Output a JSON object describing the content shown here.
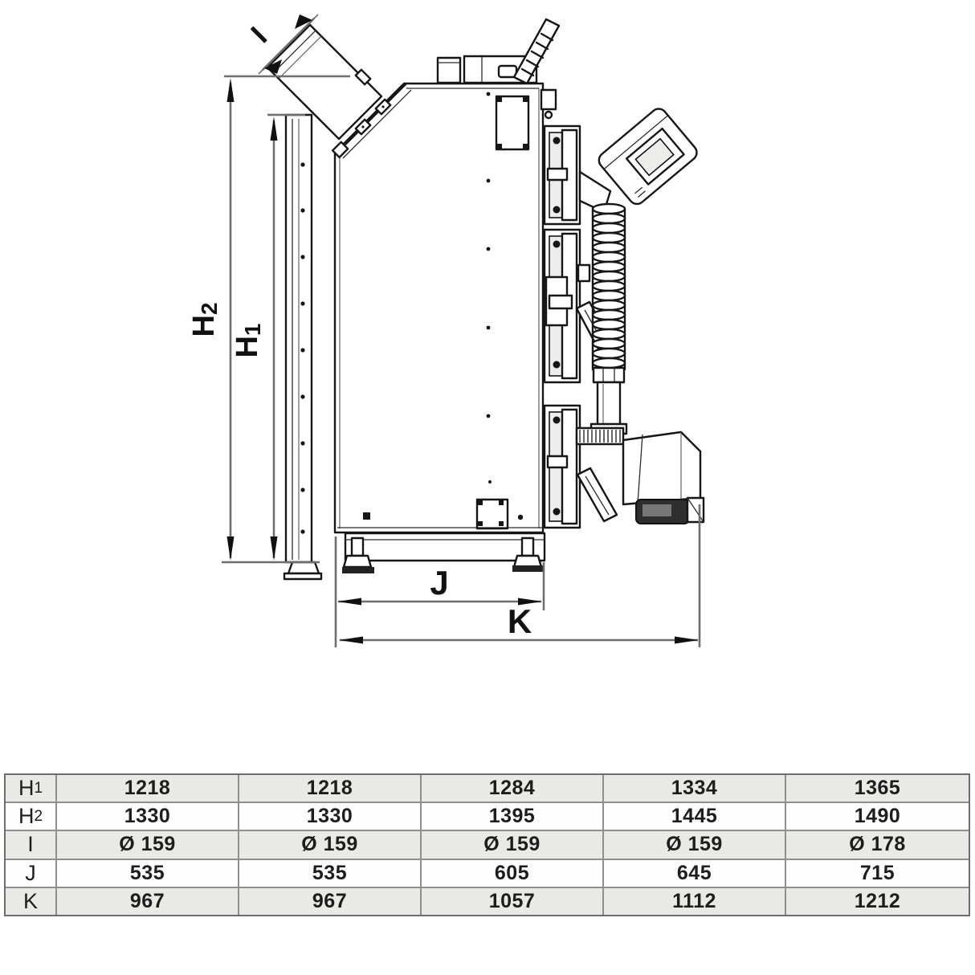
{
  "drawing": {
    "title": "boiler-side-view-dimensional-drawing",
    "labels": {
      "h2": {
        "main": "H",
        "sub": "2"
      },
      "h1": {
        "main": "H",
        "sub": "1"
      },
      "i": "I",
      "j": "J",
      "k": "K"
    },
    "colors": {
      "line": "#161616",
      "dimension": "#6e6e6e",
      "label": "#111111"
    }
  },
  "table": {
    "rows": [
      {
        "label_main": "H",
        "label_sub": "1",
        "values": [
          "1218",
          "1218",
          "1284",
          "1334",
          "1365"
        ]
      },
      {
        "label_main": "H",
        "label_sub": "2",
        "values": [
          "1330",
          "1330",
          "1395",
          "1445",
          "1490"
        ]
      },
      {
        "label_main": "I",
        "label_sub": "",
        "values": [
          "Ø 159",
          "Ø 159",
          "Ø 159",
          "Ø 159",
          "Ø 178"
        ]
      },
      {
        "label_main": "J",
        "label_sub": "",
        "values": [
          "535",
          "535",
          "605",
          "645",
          "715"
        ]
      },
      {
        "label_main": "K",
        "label_sub": "",
        "values": [
          "967",
          "967",
          "1057",
          "1112",
          "1212"
        ]
      }
    ]
  }
}
